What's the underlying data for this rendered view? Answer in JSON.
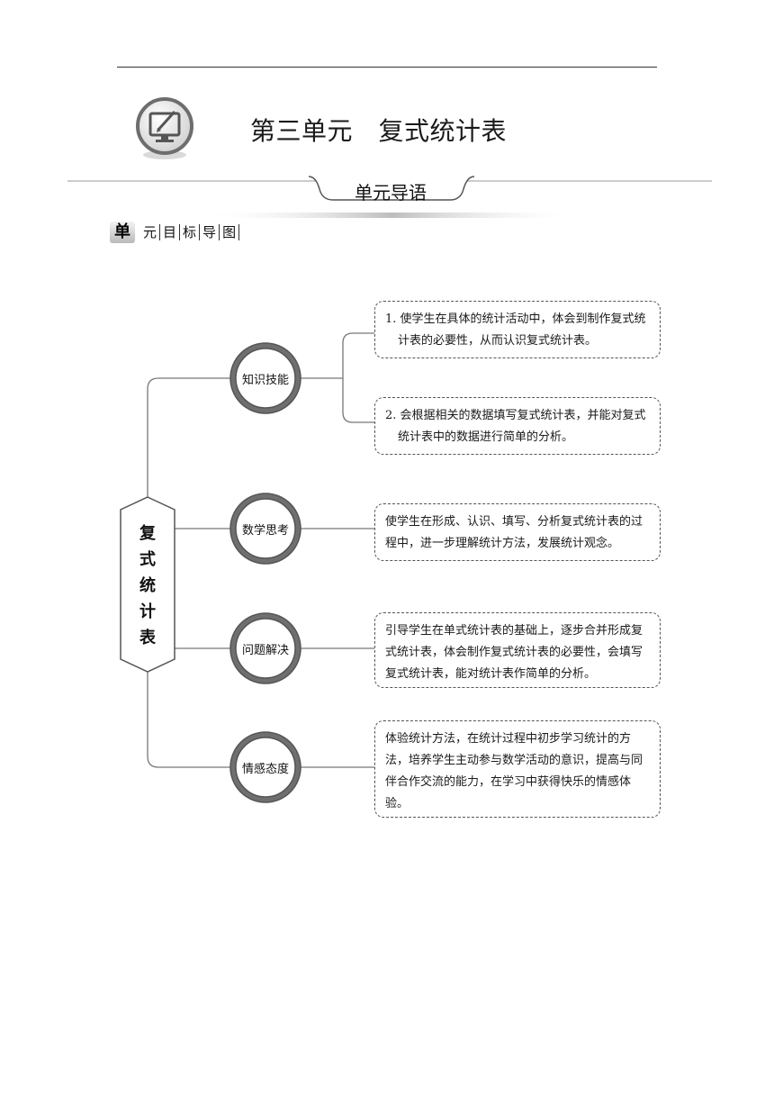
{
  "header": {
    "unit_title": "第三单元　复式统计表",
    "banner": "单元导语",
    "icon": "computer-pen-icon"
  },
  "subheading": {
    "first_char": "单",
    "rest_chars": [
      "元",
      "目",
      "标",
      "导",
      "图"
    ]
  },
  "mindmap": {
    "center_chars": [
      "复",
      "式",
      "统",
      "计",
      "表"
    ],
    "branches": [
      {
        "label": "知识技能"
      },
      {
        "label": "数学思考"
      },
      {
        "label": "问题解决"
      },
      {
        "label": "情感态度"
      }
    ],
    "goals": [
      "1. 使学生在具体的统计活动中，体会到制作复式统计表的必要性，从而认识复式统计表。",
      "2. 会根据相关的数据填写复式统计表，并能对复式统计表中的数据进行简单的分析。",
      "使学生在形成、认识、填写、分析复式统计表的过程中，进一步理解统计方法，发展统计观念。",
      "引导学生在单式统计表的基础上，逐步合并形成复式统计表，体会制作复式统计表的必要性，会填写复式统计表，能对统计表作简单的分析。",
      "体验统计方法，在统计过程中初步学习统计的方法，培养学生主动参与数学活动的意识，提高与同伴合作交流的能力，在学习中获得快乐的情感体验。"
    ]
  }
}
